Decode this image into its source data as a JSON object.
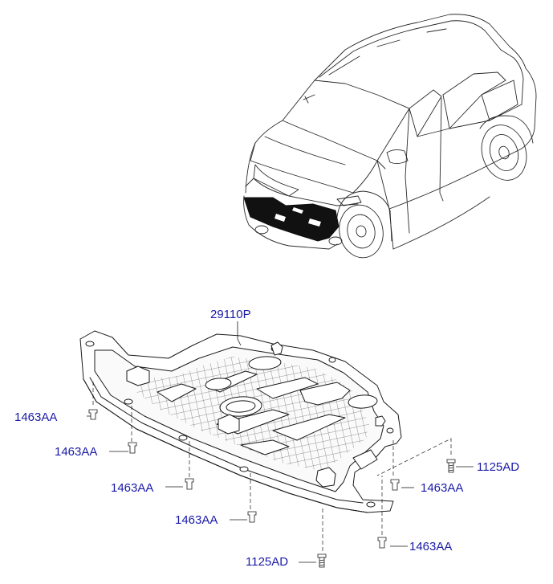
{
  "diagram": {
    "colors": {
      "line": "#1a1a1a",
      "label": "#1a1aa8",
      "highlight": "#111111",
      "panel": "#ffffff"
    },
    "callouts": {
      "main_part": "29110P",
      "clip_1": "1463AA",
      "clip_2": "1463AA",
      "clip_3": "1463AA",
      "clip_4": "1463AA",
      "clip_5": "1463AA",
      "clip_6": "1463AA",
      "bolt_1": "1125AD",
      "bolt_2": "1125AD"
    }
  }
}
